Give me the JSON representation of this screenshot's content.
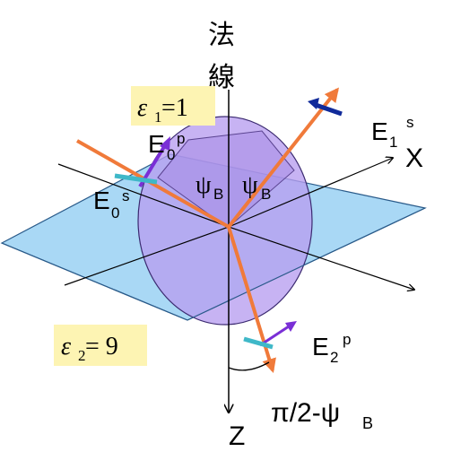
{
  "labels": {
    "normal_line_1": "法",
    "normal_line_2": "線",
    "x_axis": "X",
    "z_axis": "Z",
    "e0p_base": "E",
    "e0p_sub": "0",
    "e0p_sup": "p",
    "e0s_base": "E",
    "e0s_sub": "0",
    "e0s_sup": "s",
    "e1s_base": "E",
    "e1s_sub": "1",
    "e1s_sup": "s",
    "e2p_base": "E",
    "e2p_sub": "2",
    "e2p_sup": "p",
    "psi_b_left": "ψ",
    "psi_b_left_sub": "B",
    "psi_b_right": "ψ",
    "psi_b_right_sub": "B",
    "angle_label_main": "π/2-ψ",
    "angle_label_sub": "B"
  },
  "media": {
    "eps1": {
      "symbol": "ε",
      "sub": "1",
      "rest": " =1"
    },
    "eps2": {
      "symbol": "ε",
      "sub": "2",
      "rest": " = 9"
    }
  },
  "colors": {
    "interface_plane": "#a9d8f5",
    "incidence_disk": "#b79df0",
    "ray": "#f07a3a",
    "field_purple": "#7a2fd6",
    "field_teal": "#3fb8c8",
    "field_navy": "#102a9a",
    "label_box": "#fdf4b3"
  }
}
